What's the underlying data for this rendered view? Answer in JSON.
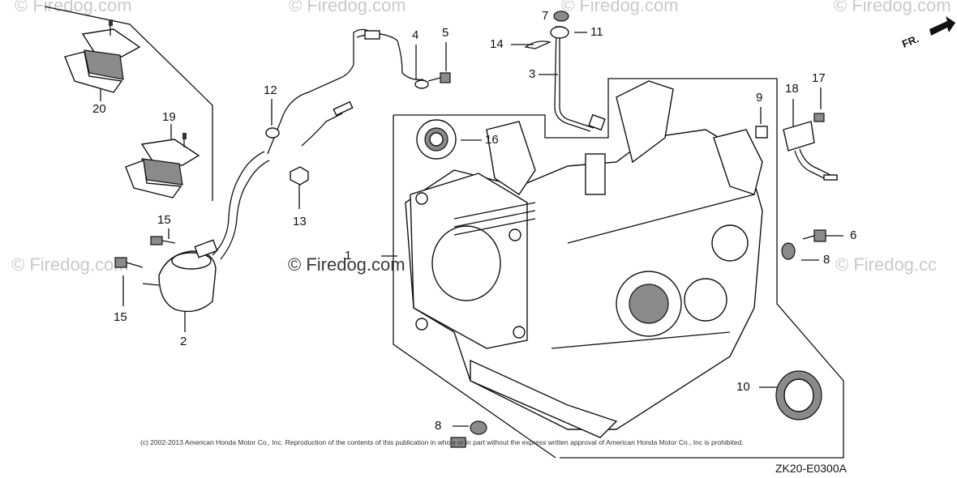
{
  "watermark": {
    "text": "© Firedog.com",
    "center_text": "© Firedog.com",
    "partial_right_text": "© Firedog.cc"
  },
  "fr_indicator": {
    "label": "FR."
  },
  "callouts": [
    {
      "id": "1",
      "text": "1"
    },
    {
      "id": "2",
      "text": "2"
    },
    {
      "id": "3",
      "text": "3"
    },
    {
      "id": "4",
      "text": "4"
    },
    {
      "id": "5",
      "text": "5"
    },
    {
      "id": "6",
      "text": "6"
    },
    {
      "id": "7",
      "text": "7"
    },
    {
      "id": "8a",
      "text": "8"
    },
    {
      "id": "8b",
      "text": "8"
    },
    {
      "id": "9",
      "text": "9"
    },
    {
      "id": "10",
      "text": "10"
    },
    {
      "id": "11",
      "text": "11"
    },
    {
      "id": "12",
      "text": "12"
    },
    {
      "id": "13",
      "text": "13"
    },
    {
      "id": "14",
      "text": "14"
    },
    {
      "id": "15a",
      "text": "15"
    },
    {
      "id": "15b",
      "text": "15"
    },
    {
      "id": "16",
      "text": "16"
    },
    {
      "id": "17",
      "text": "17"
    },
    {
      "id": "18",
      "text": "18"
    },
    {
      "id": "19",
      "text": "19"
    },
    {
      "id": "20",
      "text": "20"
    }
  ],
  "copyright": "(c) 2002-2013 American Honda Motor Co., Inc. Reproduction of the contents of this publication in whole or in part without the express written approval of American Honda Motor Co., Inc is prohibited.",
  "diagram_code": "ZK20-E0300A"
}
